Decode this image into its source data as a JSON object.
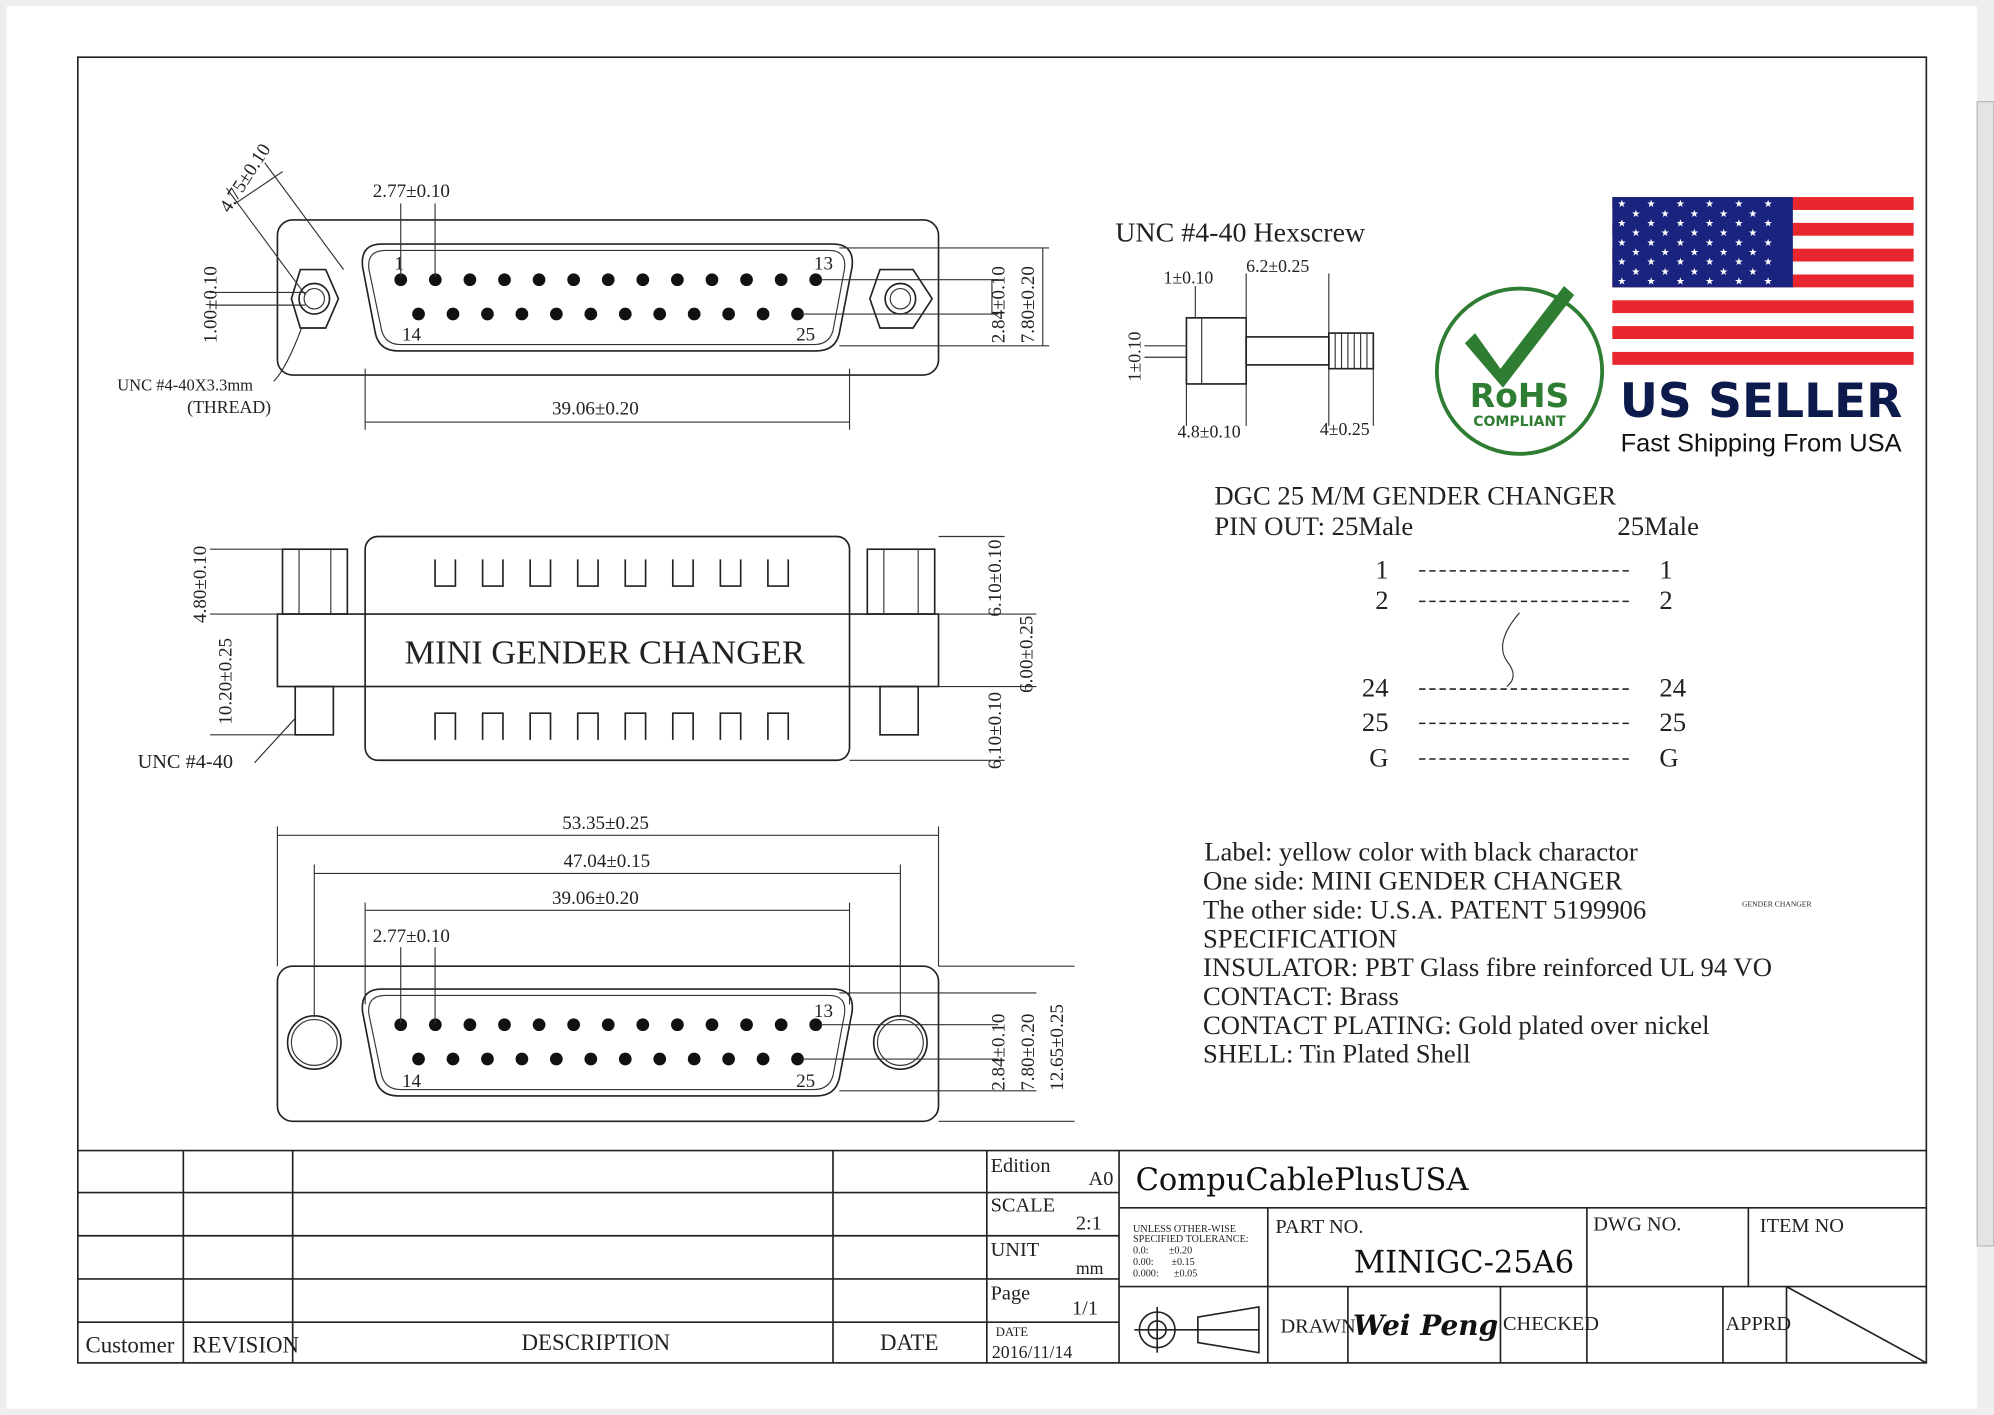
{
  "drawing": {
    "top_view": {
      "dim_screw_offset": "4.75±0.10",
      "dim_pin_pitch": "2.77±0.10",
      "dim_thread_height": "1.00±0.10",
      "dim_row_spacing": "2.84±0.10",
      "dim_shell_height": "7.80±0.20",
      "dim_shell_width": "39.06±0.20",
      "pin_first": "1",
      "pin_13": "13",
      "pin_14": "14",
      "pin_25": "25",
      "thread_note": "UNC #4-40X3.3mm",
      "thread_note2": "(THREAD)"
    },
    "side_view": {
      "label": "MINI   GENDER   CHANGER",
      "dim_post": "4.80±0.10",
      "dim_total": "10.20±0.25",
      "dim_top": "6.10±0.10",
      "dim_mid": "6.00±0.25",
      "dim_bottom": "6.10±0.10",
      "screw_note": "UNC #4-40"
    },
    "bottom_view": {
      "dim_overall": "53.35±0.25",
      "dim_holes": "47.04±0.15",
      "dim_shell": "39.06±0.20",
      "dim_pitch": "2.77±0.10",
      "dim_row": "2.84±0.10",
      "dim_shell_h": "7.80±0.20",
      "dim_flange_h": "12.65±0.25",
      "pin_13": "13",
      "pin_14": "14",
      "pin_25": "25"
    },
    "hexscrew": {
      "title": "UNC   #4-40 Hexscrew",
      "dim_a": "1±0.10",
      "dim_b": "6.2±0.25",
      "dim_c": "1±0.10",
      "dim_d": "4.8±0.10",
      "dim_e": "4±0.25"
    }
  },
  "badges": {
    "rohs": "RoHS",
    "rohs_sub": "COMPLIANT",
    "us_seller": "US SELLER",
    "shipping": "Fast Shipping From USA"
  },
  "pinout": {
    "title": "DGC 25 M/M GENDER CHANGER",
    "left_header": "PIN OUT: 25Male",
    "right_header": "25Male",
    "rows": [
      {
        "left": "1",
        "right": "1"
      },
      {
        "left": "2",
        "right": "2"
      },
      {
        "left": "24",
        "right": "24"
      },
      {
        "left": "25",
        "right": "25"
      },
      {
        "left": "G",
        "right": "G"
      }
    ]
  },
  "spec": {
    "lines": [
      "Label:  yellow color with black charactor",
      "One side: MINI GENDER CHANGER",
      "The other side: U.S.A. PATENT 5199906",
      "SPECIFICATION",
      "INSULATOR: PBT Glass fibre reinforced UL 94 VO",
      "CONTACT: Brass",
      "CONTACT PLATING: Gold plated over nickel",
      "SHELL: Tin Plated Shell"
    ],
    "mini_label": "GENDER CHANGER"
  },
  "title_block": {
    "customer": "Customer",
    "revision": "REVISION",
    "description": "DESCRIPTION",
    "date": "DATE",
    "edition_label": "Edition",
    "edition": "A0",
    "scale_label": "SCALE",
    "scale": "2:1",
    "unit_label": "UNIT",
    "unit": "mm",
    "page_label": "Page",
    "page": "1/1",
    "date_label": "DATE",
    "date_value": "2016/11/14",
    "company": "CompuCablePlusUSA",
    "tolerance": [
      "UNLESS OTHER-WISE",
      "SPECIFIED TOLERANCE:",
      "0.0:        ±0.20",
      "0.00:       ±0.15",
      "0.000:      ±0.05"
    ],
    "part_no_label": "PART NO.",
    "part_no": "MINIGC-25A6",
    "dwg_no_label": "DWG NO.",
    "item_no_label": "ITEM NO",
    "drawn_label": "DRAWN",
    "drawn_by": "Wei Peng",
    "checked_label": "CHECKED",
    "apprd_label": "APPRD"
  },
  "colors": {
    "flag_red": "#e8262d",
    "flag_blue": "#1a237e",
    "rohs_green": "#2e7d32",
    "seller_blue": "#0d1b4c"
  }
}
